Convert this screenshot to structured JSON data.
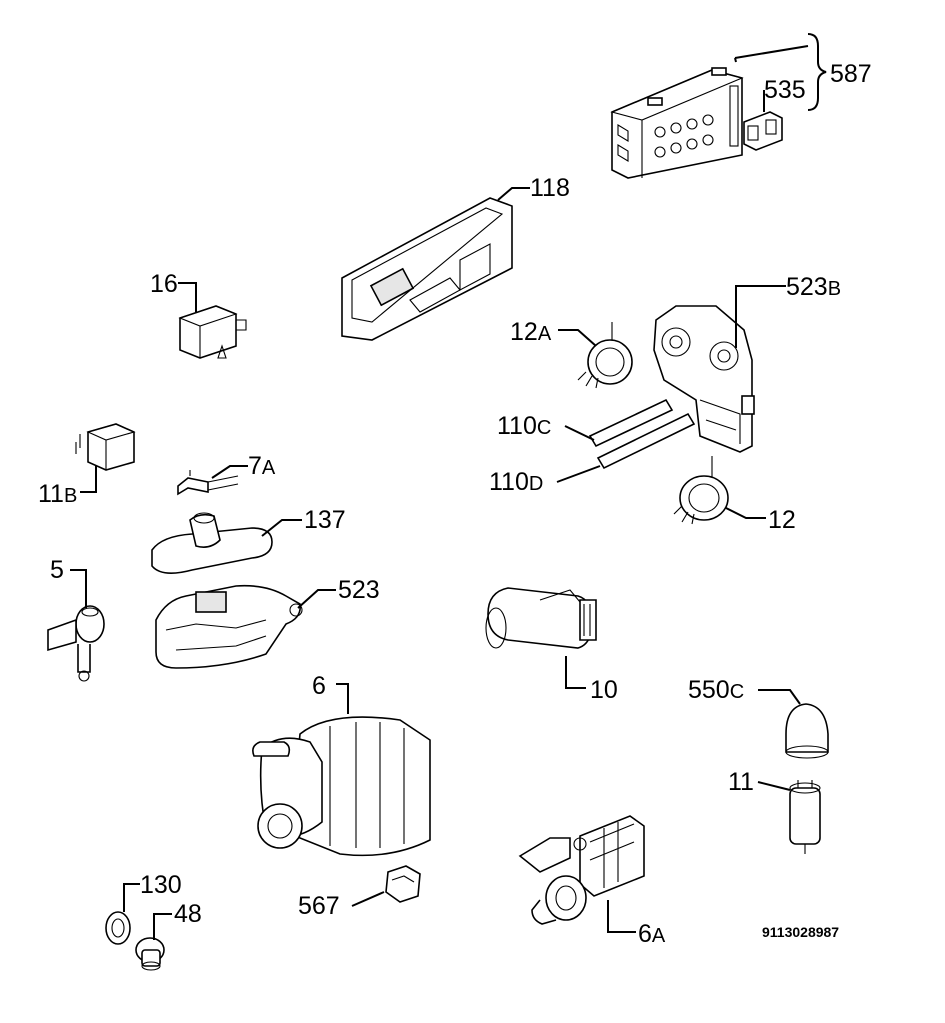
{
  "labels": {
    "p587": "587",
    "p535": "535",
    "p118": "118",
    "p16": "16",
    "p523b": {
      "num": "523",
      "suffix": "B"
    },
    "p12a": {
      "num": "12",
      "suffix": "A"
    },
    "p110c": {
      "num": "110",
      "suffix": "C"
    },
    "p110d": {
      "num": "110",
      "suffix": "D"
    },
    "p12": "12",
    "p11b": {
      "num": "11",
      "suffix": "B"
    },
    "p7a": {
      "num": "7",
      "suffix": "A"
    },
    "p137": "137",
    "p5": "5",
    "p523": "523",
    "p10": "10",
    "p6": "6",
    "p550c": {
      "num": "550",
      "suffix": "C"
    },
    "p11": "11",
    "p130": "130",
    "p48": "48",
    "p567": "567",
    "p6a": {
      "num": "6",
      "suffix": "A"
    }
  },
  "document_number": "9113028987"
}
